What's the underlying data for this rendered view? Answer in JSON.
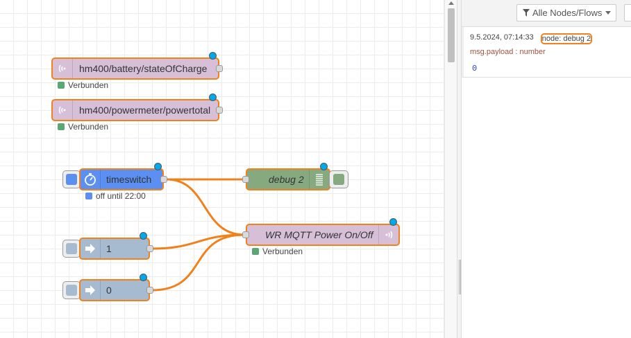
{
  "workspace": {
    "nodes": {
      "mqtt_battery": {
        "label": "hm400/battery/stateOfCharge",
        "status": "Verbunden",
        "status_color": "#5aa675"
      },
      "mqtt_power": {
        "label": "hm400/powermeter/powertotal",
        "status": "Verbunden",
        "status_color": "#5aa675"
      },
      "timeswitch": {
        "label": "timeswitch",
        "status": "off until 22:00",
        "status_color": "#5b8ff2"
      },
      "debug": {
        "label": "debug 2"
      },
      "mqtt_out": {
        "label": "WR MQTT Power On/Off",
        "status": "Verbunden",
        "status_color": "#5aa675"
      },
      "inject_1": {
        "label": "1"
      },
      "inject_0": {
        "label": "0"
      }
    },
    "colors": {
      "mqtt": "#d8bfd8",
      "timeswitch": "#5b8ff2",
      "debug": "#87a980",
      "inject": "#a6bbcf",
      "wire": "#f0811b",
      "changed_dot": "#00a9ee"
    }
  },
  "sidebar": {
    "filter_label": "Alle Nodes/Flows",
    "message": {
      "timestamp": "9.5.2024, 07:14:33",
      "node": "node: debug 2",
      "topic": "msg.payload : number",
      "value": "0"
    }
  }
}
